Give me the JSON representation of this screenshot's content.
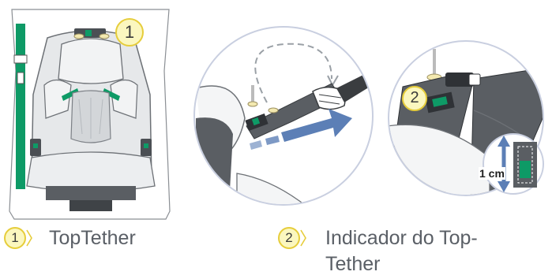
{
  "figure": {
    "panel1": {
      "callout_number": "1"
    },
    "panel3": {
      "callout_number": "2",
      "measure_label": "1 cm"
    }
  },
  "legend": {
    "item1": {
      "number": "1",
      "label": "TopTether"
    },
    "item2": {
      "number": "2",
      "label_line1": "Indicador do Top-",
      "label_line2": "Tether"
    }
  },
  "colors": {
    "accent_green": "#0e9a66",
    "callout_fill": "#fbf7bf",
    "callout_stroke": "#e6cd3b",
    "arrow_blue": "#5c7fb6",
    "seat_grey": "#e3e5e7",
    "panel_circle": "#c9cfe0"
  }
}
